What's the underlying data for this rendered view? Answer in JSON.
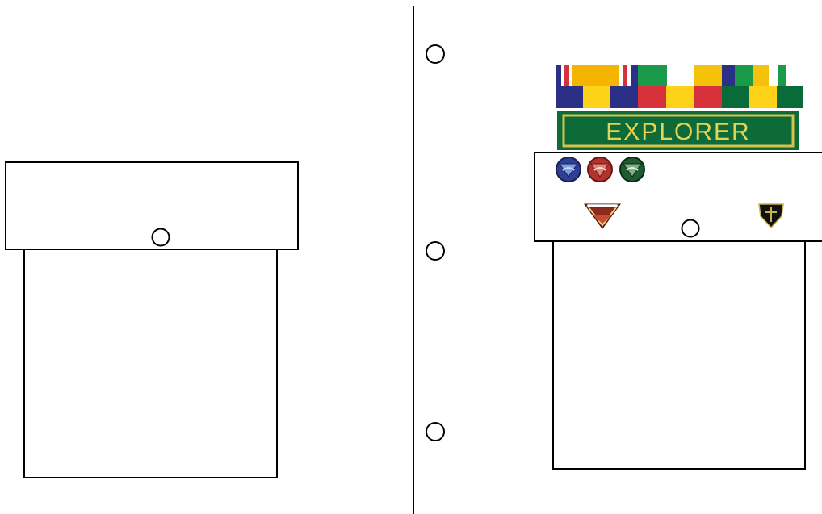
{
  "page": {
    "background": "#ffffff",
    "line_color": "#000000"
  },
  "left_page": {
    "flap_button": "circle"
  },
  "right_page": {
    "binder_holes": 3,
    "ribbon_bars": [
      {
        "colors": [
          "#2b2f86",
          "#d7313b",
          "#f2b705",
          "#f2b705",
          "#d7313b",
          "#2b2f86"
        ]
      },
      {
        "colors": [
          "#1c9a4b",
          "#ffffff",
          "#f5c20b",
          "#2b2f86",
          "#f5c20b",
          "#ffffff"
        ]
      },
      {
        "colors": [
          "#2b2f86",
          "#ffd21a",
          "#2b2f86",
          "#ffd21a",
          "#2b2f86",
          "#ffd21a"
        ]
      },
      {
        "colors": [
          "#d7313b",
          "#ffd21a",
          "#d7313b",
          "#ffd21a",
          "#d7313b",
          "#ffd21a"
        ]
      },
      {
        "colors": [
          "#0a6b3a",
          "#ffd21a",
          "#0a6b3a",
          "#ffd21a",
          "#0a6b3a",
          "#ffd21a"
        ]
      }
    ],
    "class_banner": {
      "text": "EXPLORER",
      "background": "#0d6b3a",
      "border": "#d9c24a",
      "text_color": "#e6d24f"
    },
    "pins": [
      {
        "name": "blue",
        "color": "#2f3f93"
      },
      {
        "name": "red",
        "color": "#b3322c"
      },
      {
        "name": "green",
        "color": "#1f5a33"
      }
    ],
    "emblems": [
      "pathfinder-triangle",
      "shield"
    ]
  }
}
